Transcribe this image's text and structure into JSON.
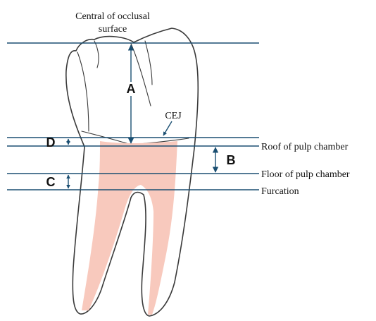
{
  "title_line1": "Central of occlusal",
  "title_line2": "surface",
  "cej_label": "CEJ",
  "dimensions": {
    "a": "A",
    "b": "B",
    "c": "C",
    "d": "D"
  },
  "reference_lines": {
    "roof": "Roof of pulp chamber",
    "floor": "Floor of pulp chamber",
    "furcation": "Furcation"
  },
  "colors": {
    "line": "#1b4f72",
    "pulp": "#f8c9bd",
    "outline": "#3a3a3a"
  }
}
